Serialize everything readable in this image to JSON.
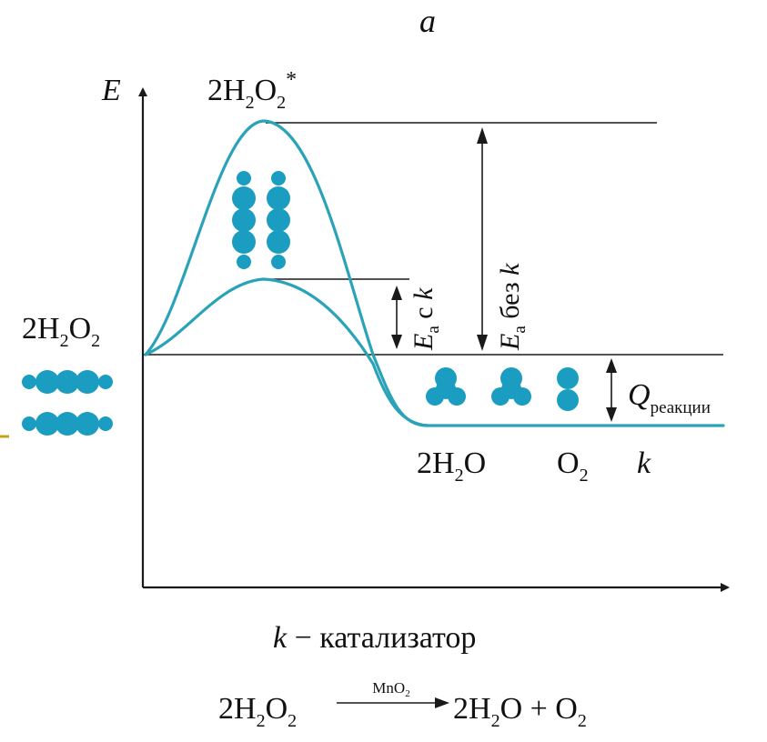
{
  "panel_label": "a",
  "axis": {
    "y_label": "E"
  },
  "colors": {
    "curve": "#2aa3b8",
    "molecule": "#1a9dc0",
    "line": "#1a1a1a",
    "marker": "#c8a020"
  },
  "labels": {
    "reactant": {
      "main": "2H",
      "sub1": "2",
      "mid": "O",
      "sub2": "2"
    },
    "transition": {
      "main": "2H",
      "sub1": "2",
      "mid": "O",
      "sub2": "2",
      "sup": "*"
    },
    "product_water": {
      "main": "2H",
      "sub": "2",
      "tail": "O"
    },
    "product_oxygen": {
      "main": "O",
      "sub": "2"
    },
    "product_catalyst": "k"
  },
  "energy_annotations": {
    "with_catalyst": {
      "symbol": "E",
      "sub": "a",
      "text": " с ",
      "k": "k"
    },
    "without_catalyst": {
      "symbol": "E",
      "sub": "a",
      "text": " без ",
      "k": "k"
    },
    "heat": {
      "symbol": "Q",
      "sub": "реакции"
    }
  },
  "legend": {
    "k": "k",
    "dash": " − ",
    "text": "катализатор"
  },
  "equation": {
    "left_main": "2H",
    "left_sub1": "2",
    "left_mid": "O",
    "left_sub2": "2",
    "catalyst": {
      "main": "MnO",
      "sub": "2"
    },
    "right_main": "2H",
    "right_sub": "2",
    "right_tail": "O + O",
    "right_sub2": "2"
  }
}
